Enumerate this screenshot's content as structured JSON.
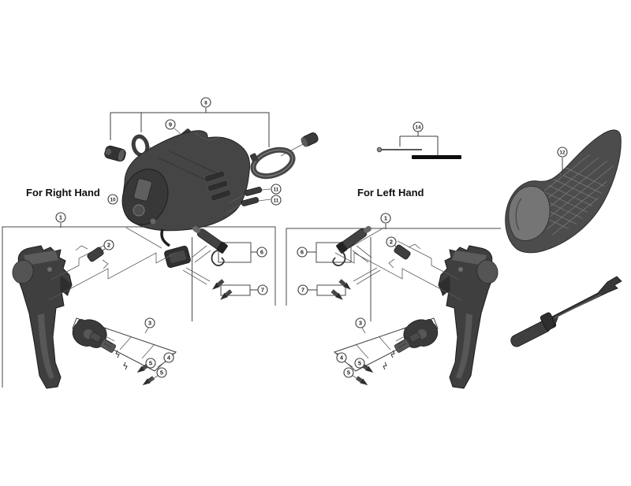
{
  "figure": {
    "type": "exploded-parts-diagram",
    "background": "#ffffff"
  },
  "colors": {
    "ink": "#3c3c3c",
    "part_dark": "#343434",
    "part_mid": "#4a4a4a",
    "part_light": "#8a8a8a",
    "cable_bar": "#0d0d0d"
  },
  "labels": {
    "right_hand": "For Right Hand",
    "left_hand": "For Left Hand"
  },
  "callouts": {
    "n8": "8",
    "n9": "9",
    "n10": "10",
    "n11a": "11",
    "n11b": "11",
    "n14": "14",
    "n12": "12",
    "n1L": "1",
    "n2L": "2",
    "n3L": "3",
    "n4L": "4",
    "n5aL": "5",
    "n5bL": "5",
    "n6L": "6",
    "n7L": "7",
    "n1R": "1",
    "n2R": "2",
    "n3R": "3",
    "n4R": "4",
    "n5aR": "5",
    "n5bR": "5",
    "n6R": "6",
    "n7R": "7"
  }
}
